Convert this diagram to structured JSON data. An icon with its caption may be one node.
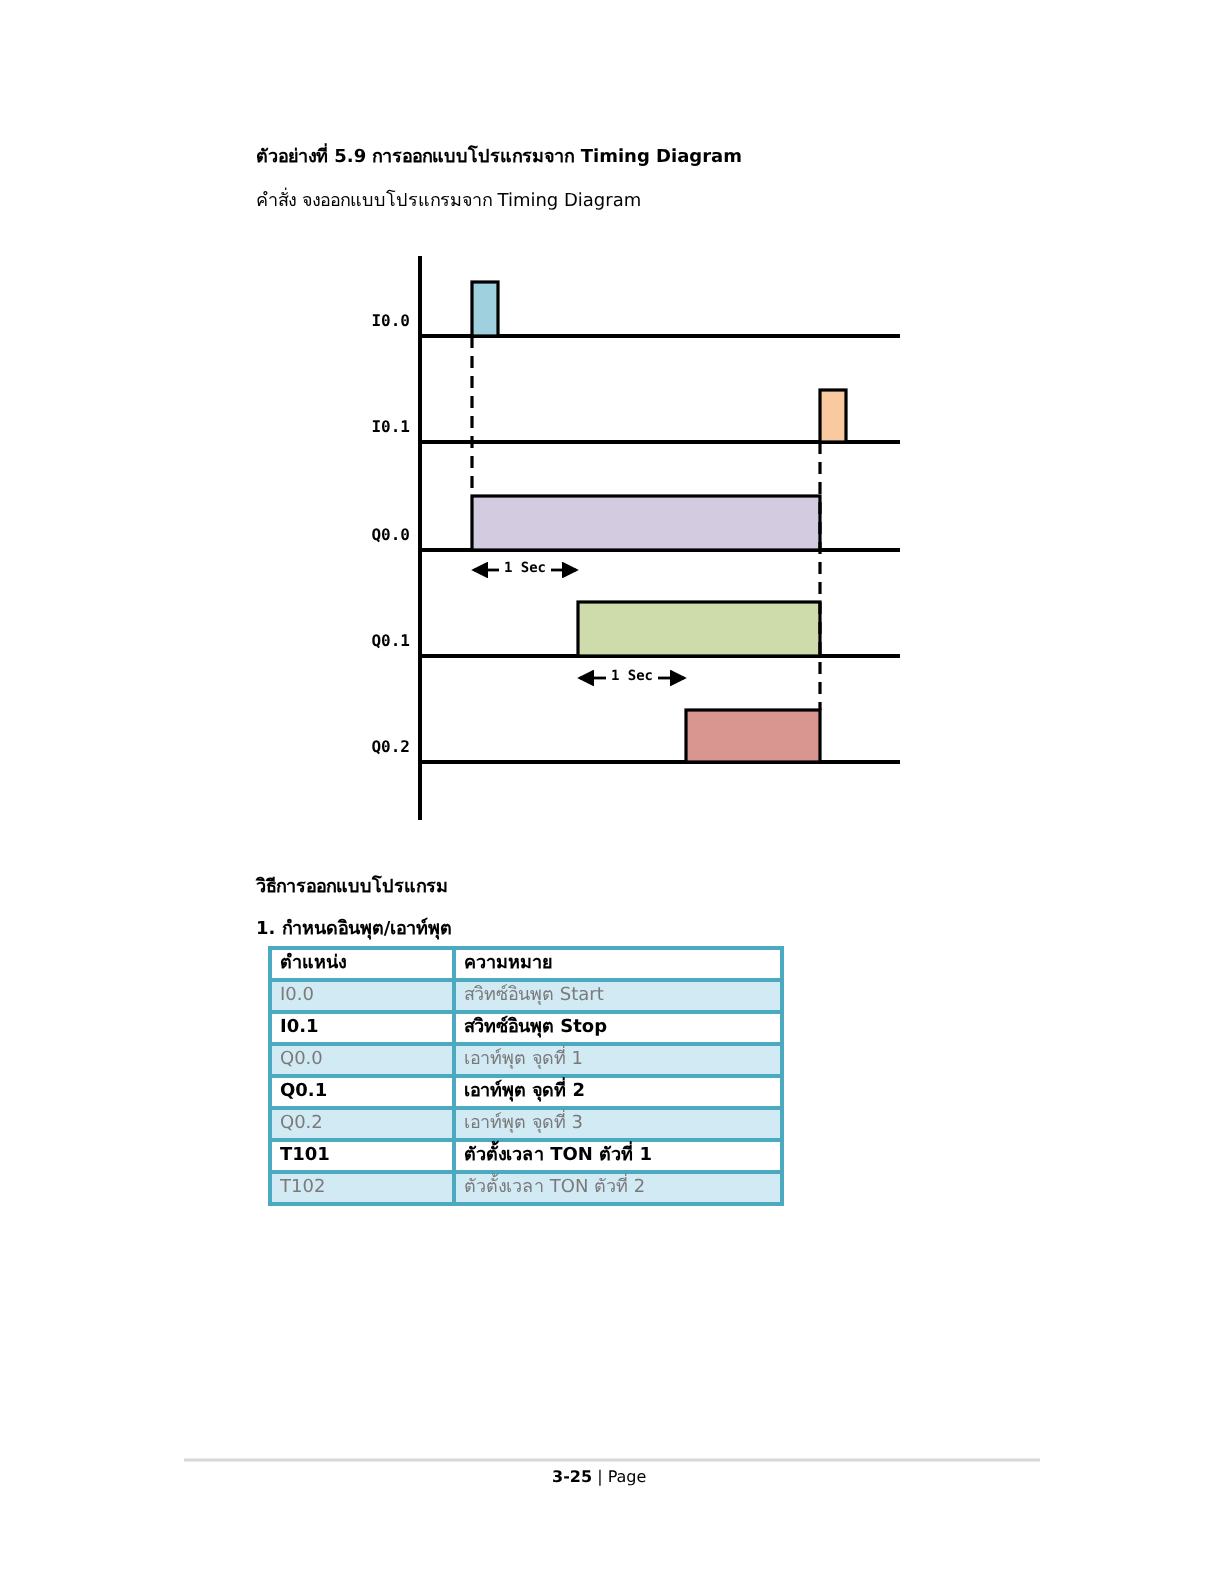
{
  "diagram": {
    "title": "ตัวอย่างที่ 5.9 การออกแบบโปรแกรมจาก Timing Diagram",
    "labels": [
      "คำสั่ง จงออกแบบโปรแกรมจาก Timing Diagram",
      "I0.0",
      "I0.1",
      "Q0.0",
      "Q0.1",
      "Q0.2",
      "1 Sec",
      "1 Sec",
      "วิธีการออกแบบโปรแกรม",
      "1. กำหนดอินพุต/เอาท์พุต",
      "ตำแหน่ง",
      "ความหมาย",
      "I0.0",
      "สวิทซ์อินพุต Start",
      "I0.1",
      "สวิทซ์อินพุต Stop",
      "Q0.0",
      "เอาท์พุต จุดที่ 1",
      "Q0.1",
      "เอาท์พุต จุดที่ 2",
      "Q0.2",
      "เอาท์พุต จุดที่ 3",
      "T101",
      "ตัวตั้งเวลา TON ตัวที่ 1",
      "T102",
      "ตัวตั้งเวลา TON ตัวที่ 2",
      "**3-25** | Page"
    ]
  }
}
